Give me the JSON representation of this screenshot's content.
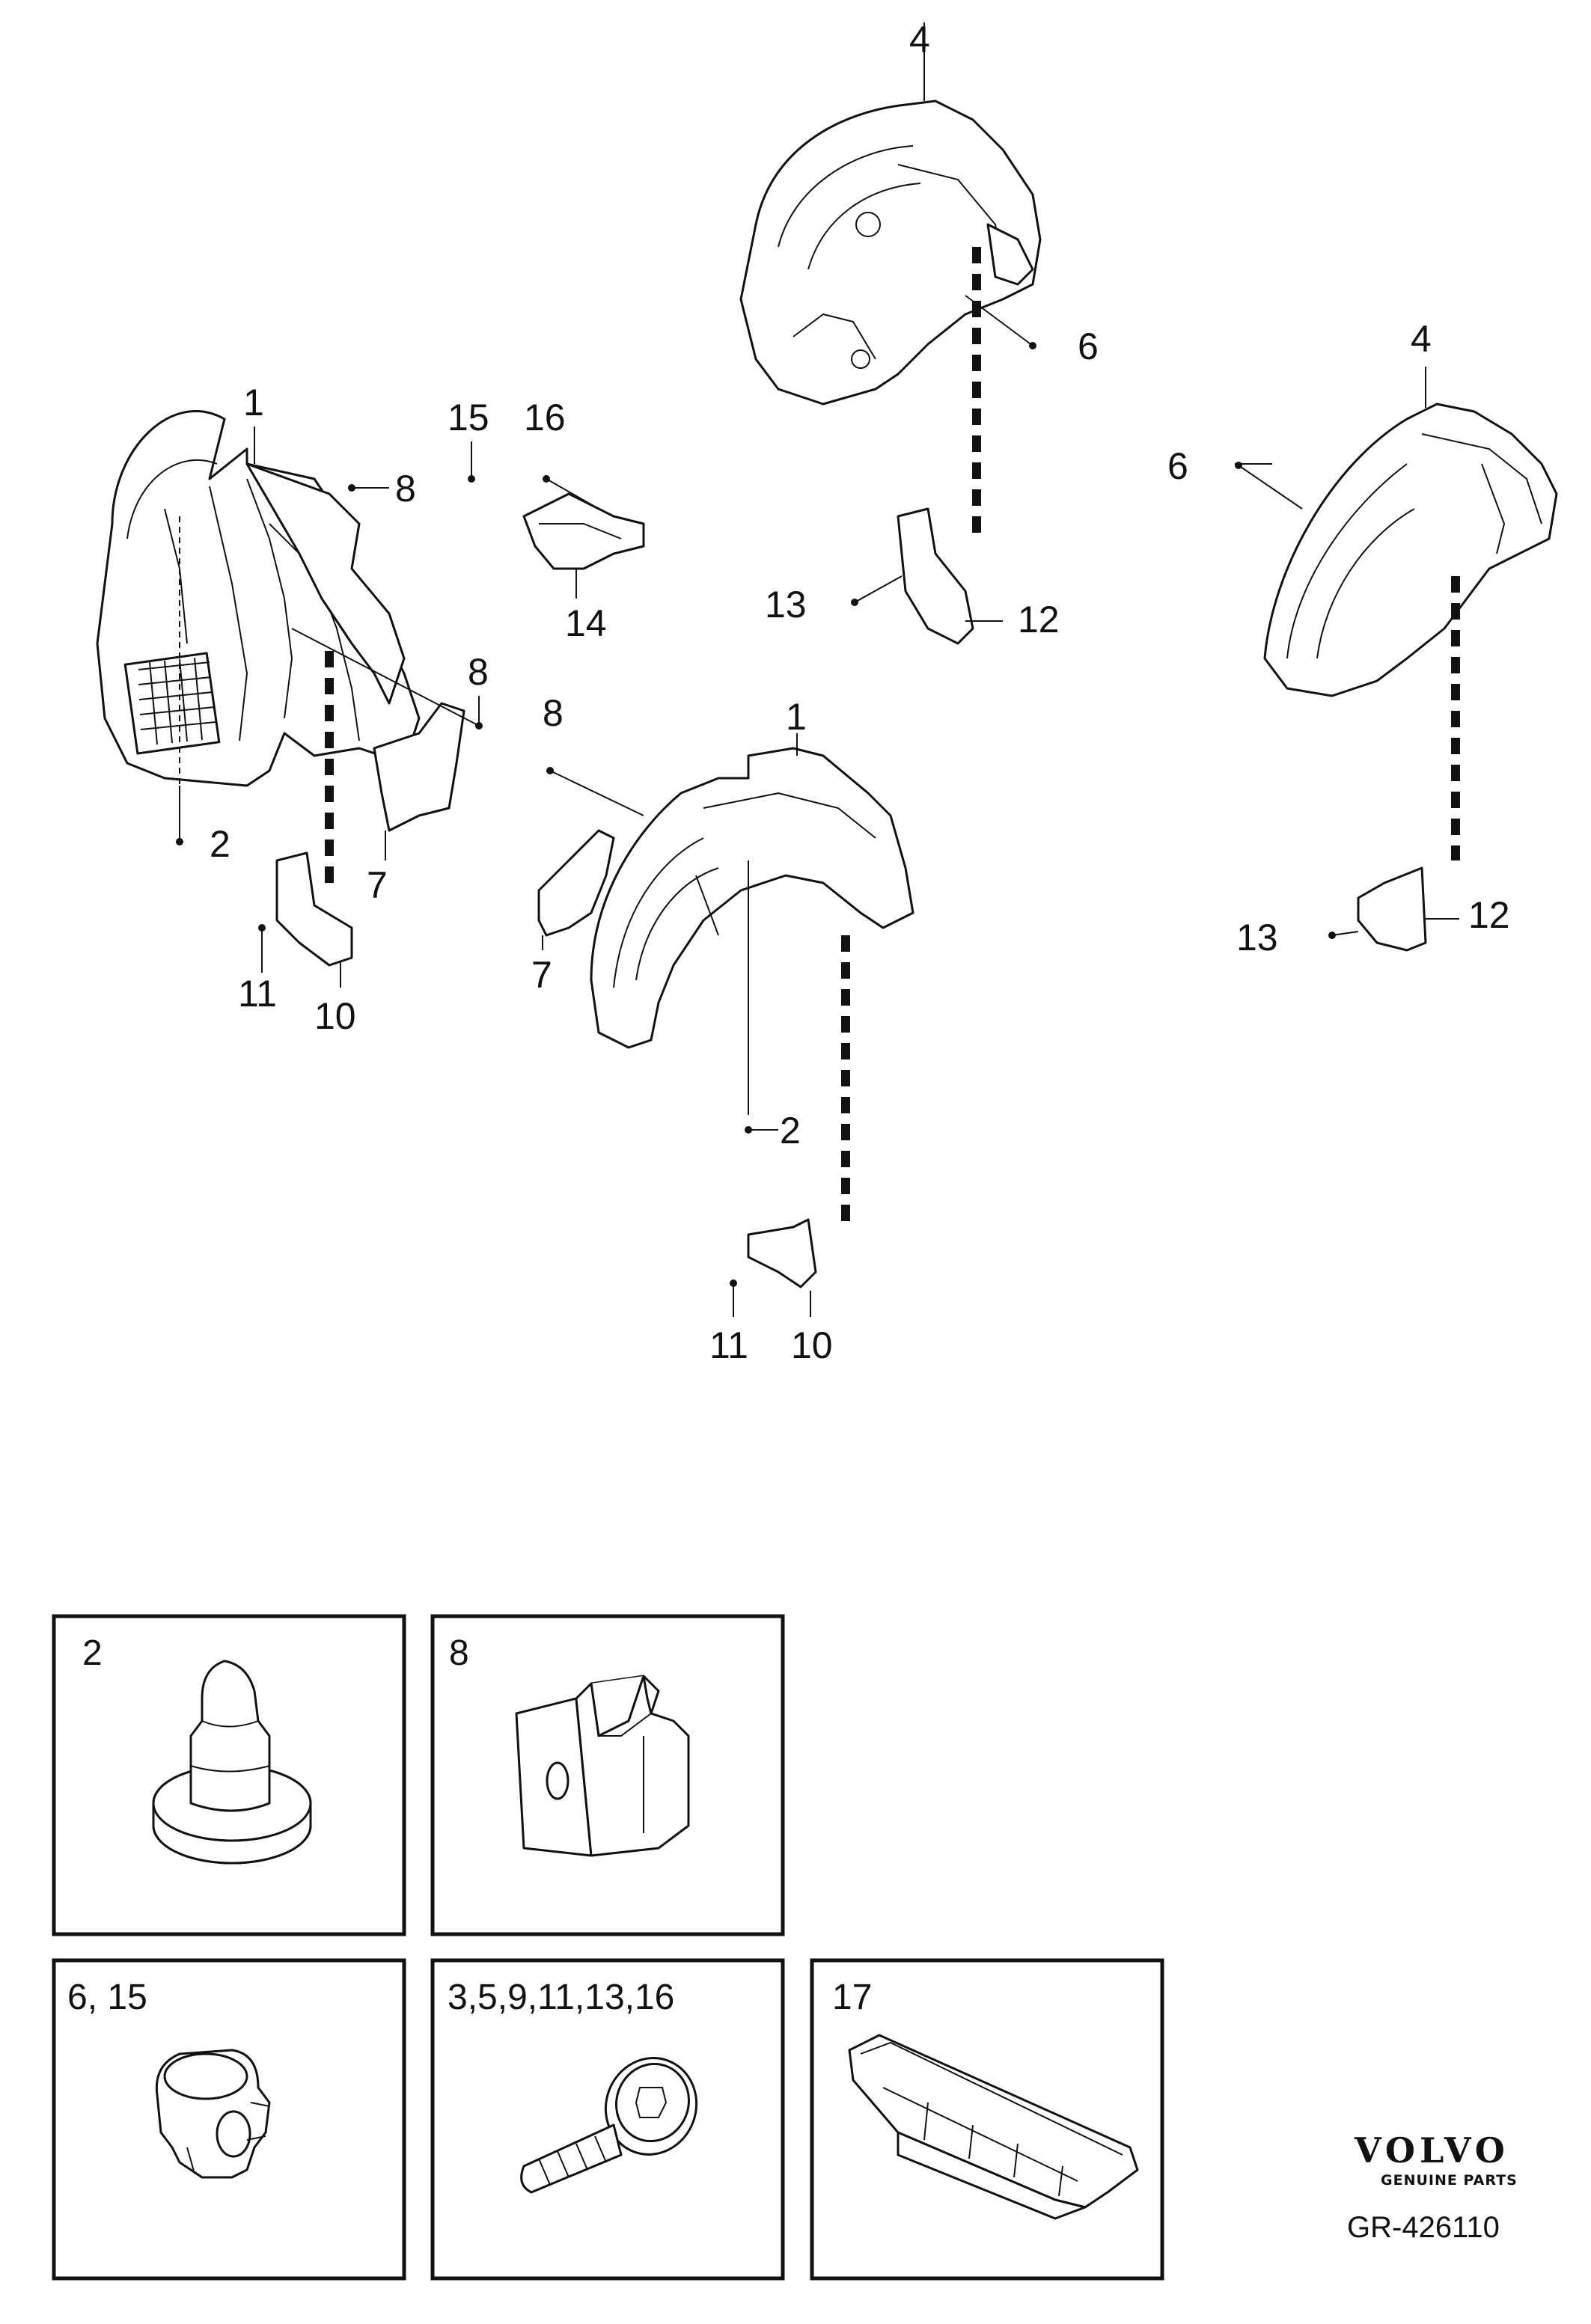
{
  "callouts": {
    "c1_a": "1",
    "c2_a": "2",
    "c8_a": "8",
    "c8_b": "8",
    "c7_a": "7",
    "c10_a": "10",
    "c11_a": "11",
    "c15": "15",
    "c16": "16",
    "c14": "14",
    "c4_a": "4",
    "c6_a": "6",
    "c13_a": "13",
    "c12_a": "12",
    "c4_b": "4",
    "c6_b": "6",
    "c13_b": "13",
    "c12_b": "12",
    "c8_c": "8",
    "c1_b": "1",
    "c7_b": "7",
    "c2_b": "2",
    "c11_b": "11",
    "c10_b": "10"
  },
  "detail_boxes": [
    {
      "label": "2",
      "part": "push-rivet"
    },
    {
      "label": "8",
      "part": "clip-nut"
    },
    {
      "label": "6, 15",
      "part": "expanding-nut"
    },
    {
      "label": "3,5,9,11,13,16",
      "part": "screw"
    },
    {
      "label": "17",
      "part": "seal-strip"
    }
  ],
  "branding": {
    "logo_text": "VOLVO",
    "logo_sub": "GENUINE PARTS",
    "reference": "GR-426110"
  }
}
